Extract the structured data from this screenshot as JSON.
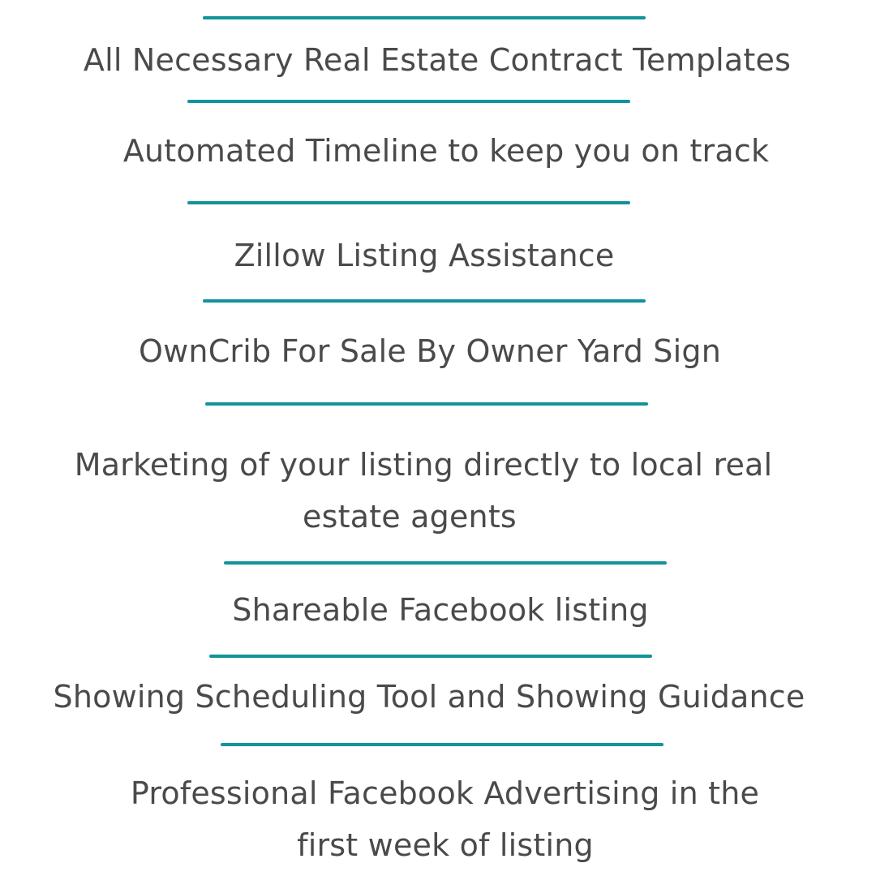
{
  "theme": {
    "accent": "#12939a",
    "text": "#4a4a4a",
    "background": "#ffffff"
  },
  "features": [
    {
      "lines": [
        "All Necessary Real Estate Contract Templates"
      ]
    },
    {
      "lines": [
        "Automated Timeline to keep you on track"
      ]
    },
    {
      "lines": [
        "Zillow Listing Assistance"
      ]
    },
    {
      "lines": [
        "OwnCrib For Sale By Owner Yard Sign"
      ]
    },
    {
      "lines": [
        "Marketing of your listing directly to local real",
        "estate agents"
      ]
    },
    {
      "lines": [
        "Shareable Facebook listing"
      ]
    },
    {
      "lines": [
        "Showing Scheduling Tool and Showing Guidance"
      ]
    },
    {
      "lines": [
        "Professional Facebook Advertising in the",
        "first week of listing"
      ]
    }
  ]
}
